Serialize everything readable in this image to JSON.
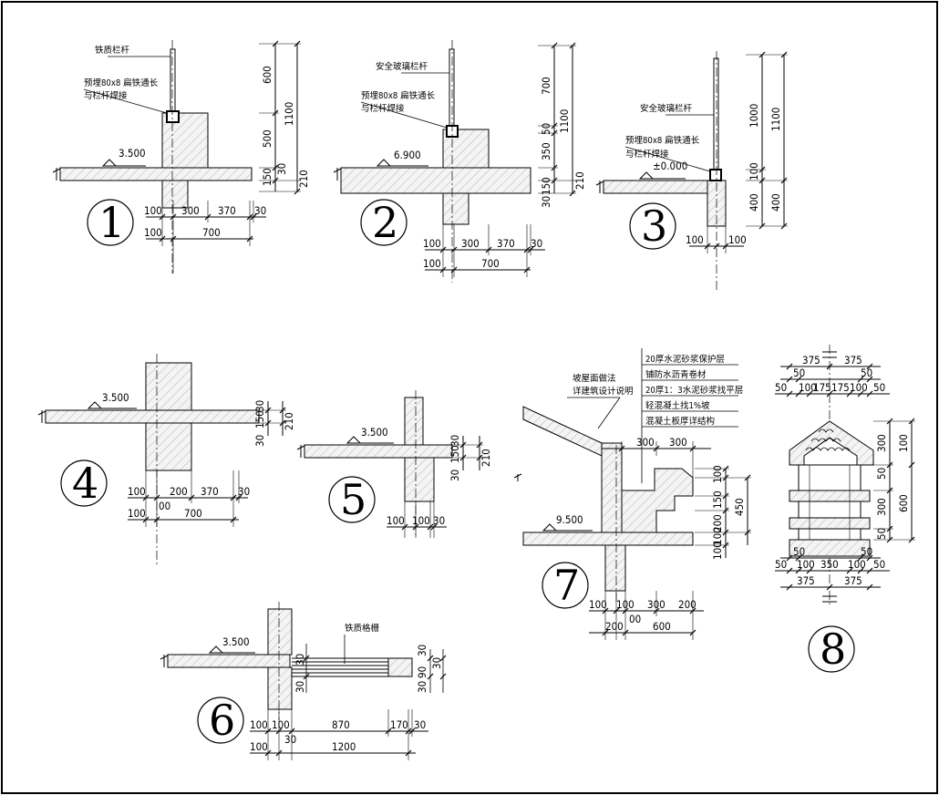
{
  "detail_1": {
    "number": "1",
    "railing_note": "铁质栏杆",
    "embed_note_1": "预埋80x8 扁铁通长",
    "embed_note_2": "与栏杆焊接",
    "level": "3.500",
    "dims_right": [
      "600",
      "500",
      "150",
      "30",
      "1100",
      "210"
    ],
    "dims_bottom_1": [
      "100",
      "300",
      "370",
      "30"
    ],
    "dims_bottom_2": [
      "100",
      "700"
    ]
  },
  "detail_2": {
    "number": "2",
    "railing_note": "安全玻璃栏杆",
    "embed_note_1": "预埋80x8 扁铁通长",
    "embed_note_2": "与栏杆焊接",
    "level": "6.900",
    "dims_right": [
      "700",
      "50",
      "350",
      "150",
      "30",
      "1100",
      "210"
    ],
    "dims_bottom_1": [
      "100",
      "300",
      "370",
      "30"
    ],
    "dims_bottom_2": [
      "100",
      "700"
    ]
  },
  "detail_3": {
    "number": "3",
    "railing_note": "安全玻璃栏杆",
    "embed_note_1": "预埋80x8 扁铁通长",
    "embed_note_2": "与栏杆焊接",
    "level": "±0.000",
    "dims_right": [
      "1000",
      "100",
      "400",
      "1100",
      "400"
    ],
    "dims_bottom_1": [
      "100",
      "100"
    ]
  },
  "detail_4": {
    "number": "4",
    "level": "3.500",
    "dims_right": [
      "30",
      "150",
      "30",
      "210"
    ],
    "dims_bottom_1": [
      "100",
      "200",
      "370",
      "30"
    ],
    "dims_bottom_2": [
      "100",
      "00",
      "700"
    ]
  },
  "detail_5": {
    "number": "5",
    "level": "3.500",
    "dims_right": [
      "30",
      "150",
      "30",
      "210"
    ],
    "dims_bottom_1": [
      "100",
      "100",
      "30"
    ]
  },
  "detail_6": {
    "number": "6",
    "grille_note": "铁质格栅",
    "level": "3.500",
    "dims_right_1": [
      "30",
      "90",
      "30"
    ],
    "dims_right_2": [
      "30",
      "30"
    ],
    "dims_left": [
      "30"
    ],
    "dims_bottom_1": [
      "100",
      "100",
      "870",
      "170",
      "30"
    ],
    "dims_bottom_2": [
      "100",
      "30",
      "1200"
    ]
  },
  "detail_7": {
    "number": "7",
    "slope_note_1": "坡屋面做法",
    "slope_note_2": "详建筑设计说明",
    "layers": [
      "20厚水泥砂浆保护层",
      "铺防水沥青卷材",
      "20厚1：3水泥砂浆找平层",
      "轻混凝土找1%坡",
      "混凝土板厚详结构"
    ],
    "level": "9.500",
    "dims_top": [
      "300",
      "300"
    ],
    "dims_right": [
      "100",
      "150",
      "200",
      "100",
      "100",
      "450"
    ],
    "dims_bottom_1": [
      "100",
      "100",
      "300",
      "200"
    ],
    "dims_bottom_2": [
      "200",
      "00",
      "600"
    ]
  },
  "detail_8": {
    "number": "8",
    "dims_top_1": [
      "375",
      "375"
    ],
    "dims_top_2": [
      "50",
      "50"
    ],
    "dims_top_3": [
      "50",
      "100",
      "175",
      "175",
      "100",
      "50"
    ],
    "dims_right_1": [
      "300",
      "50",
      "300",
      "50"
    ],
    "dims_right_2": [
      "100",
      "600"
    ],
    "dims_bottom_1": [
      "50",
      "50"
    ],
    "dims_bottom_2": [
      "50",
      "100",
      "350",
      "100",
      "50"
    ],
    "dims_bottom_3": [
      "375",
      "375"
    ]
  }
}
